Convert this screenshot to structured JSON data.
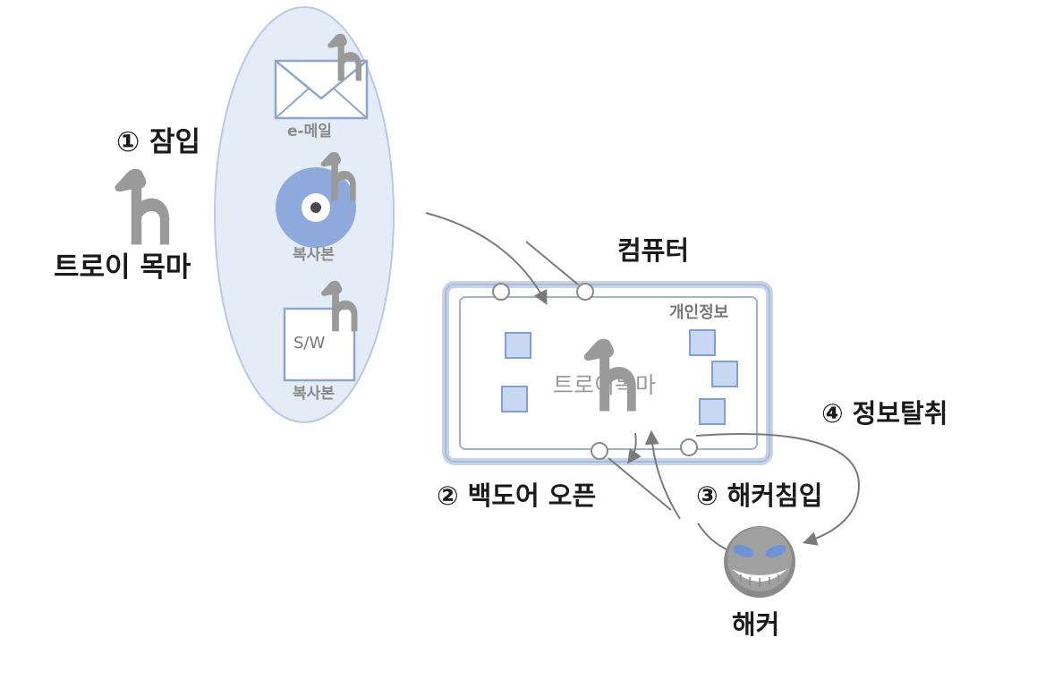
{
  "step1": {
    "label": "① 잠입"
  },
  "trojan": {
    "label": "트로이 목마"
  },
  "vectors": [
    {
      "label": "e-메일",
      "icon": "email-icon"
    },
    {
      "label": "복사본",
      "icon": "disc-icon"
    },
    {
      "label": "복사본",
      "icon": "software-icon",
      "badge": "S/W"
    }
  ],
  "computer": {
    "title": "컴퓨터",
    "personal_info": "개인정보",
    "trojan_inside": "트로이목마"
  },
  "step2": {
    "label": "② 백도어 오픈"
  },
  "step3": {
    "label": "③ 해커침입"
  },
  "step4": {
    "label": "④ 정보탈취"
  },
  "hacker": {
    "label": "해커",
    "icon": "hacker-face-icon"
  },
  "colors": {
    "ellipse_fill": "#e4ecf7",
    "ellipse_stroke": "#b9c9df",
    "frame": "#a9bbd8",
    "square_fill": "#c9d8f2",
    "square_stroke": "#7f9fd6",
    "horse": "#9a9a9a",
    "arrow": "#7a7a7a",
    "hacker_eyes": "#6d93d4"
  }
}
